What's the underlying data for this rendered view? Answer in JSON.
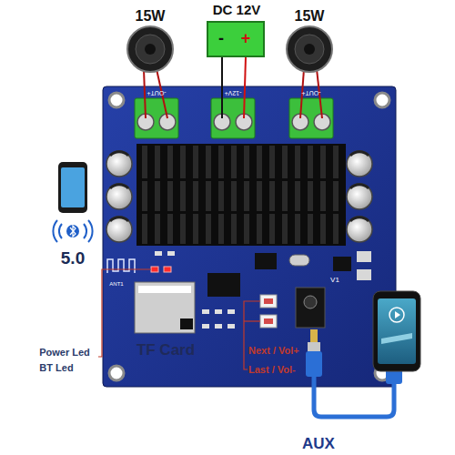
{
  "diagram": {
    "labels": [
      "15W",
      "DC 12V",
      "15W",
      "-",
      "+",
      "-OUT+",
      "-12V+",
      "-OUT+",
      "5.0",
      "ANT1",
      "V1",
      "TF Card",
      "Power Led",
      "BT Led",
      "Next / Vol+",
      "Last / Vol-",
      "AUX"
    ]
  }
}
